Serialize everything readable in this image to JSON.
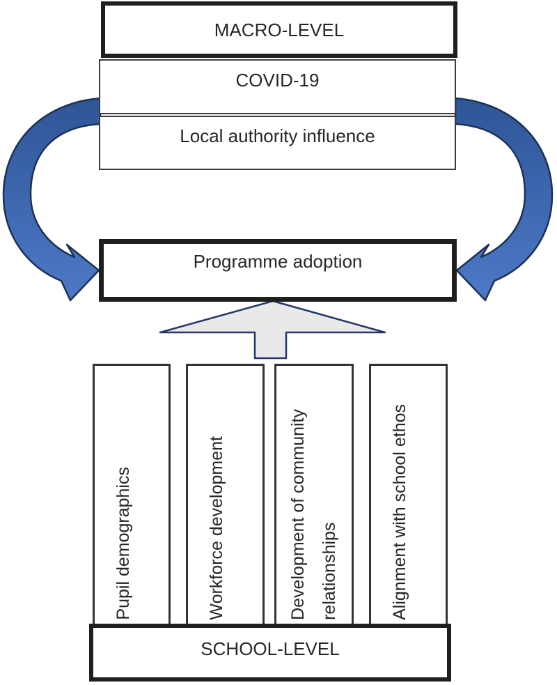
{
  "diagram": {
    "macro_level": {
      "label": "MACRO-LEVEL"
    },
    "covid": {
      "label": "COVID-19"
    },
    "local_authority": {
      "label": "Local authority influence"
    },
    "programme_adoption": {
      "label": "Programme adoption"
    },
    "school_factors": [
      {
        "label": "Pupil demographics"
      },
      {
        "label": "Workforce development"
      },
      {
        "label": "Development of community\nrelationships"
      },
      {
        "label": "Alignment with school ethos"
      }
    ],
    "school_level": {
      "label": "SCHOOL-LEVEL"
    },
    "arrows": {
      "left_curved_arrow": "macro level influences programme adoption",
      "right_curved_arrow": "macro level influences programme adoption",
      "up_block_arrow": "school level factors feed programme adoption"
    },
    "colors": {
      "arrow_blue_top": "#2f5596",
      "arrow_blue_bottom": "#4d79c7",
      "arrow_outline": "#1c3156",
      "block_arrow_fill": "#e9e9e9",
      "block_arrow_outline": "#24386b",
      "box_border_thick": "#1f1f1f",
      "box_border_thin": "#3d3d3d",
      "text": "#262626",
      "background": "#ffffff"
    }
  }
}
